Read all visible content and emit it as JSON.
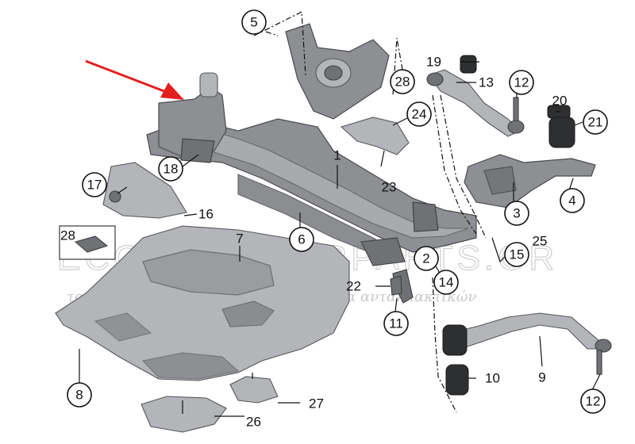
{
  "watermark": {
    "brand": "ECONOMYCARPARTS.GR",
    "tagline": "το μεγαλύτερο ηλεκτρονικό κατάστημα ανταλλακτικών"
  },
  "colors": {
    "arrow": "#e41e1e",
    "part_mid": "#8d8f93",
    "part_light": "#b3b5b8",
    "part_dark": "#6f7175",
    "line": "#111111"
  },
  "callouts": {
    "n1": "1",
    "n2": "2",
    "n3": "3",
    "n4": "4",
    "n5": "5",
    "n6": "6",
    "n7": "7",
    "n8": "8",
    "n9": "9",
    "n10": "10",
    "n11": "11",
    "n12a": "12",
    "n12b": "12",
    "n13": "13",
    "n14": "14",
    "n15": "15",
    "n16": "16",
    "n17": "17",
    "n18": "18",
    "n19": "19",
    "n20": "20",
    "n21": "21",
    "n22": "22",
    "n23": "23",
    "n24": "24",
    "n25": "25",
    "n26": "26",
    "n27": "27",
    "n28a": "28",
    "n28b": "28"
  }
}
